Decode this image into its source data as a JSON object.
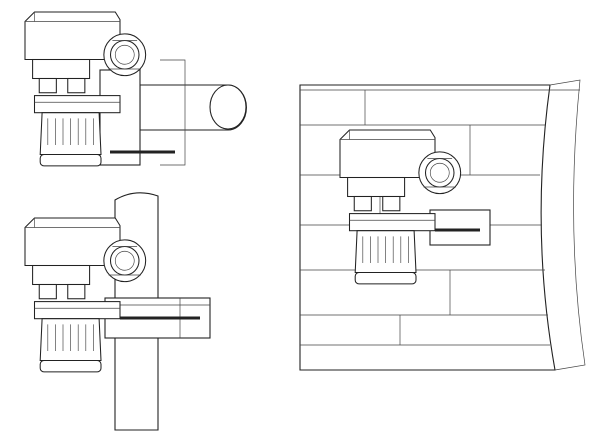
{
  "diagram": {
    "views": [
      {
        "id": "pipe-horizontal-mount"
      },
      {
        "id": "pipe-vertical-mount"
      },
      {
        "id": "wall-mount"
      }
    ],
    "colors": {
      "line": "#222222",
      "background": "#ffffff"
    }
  }
}
